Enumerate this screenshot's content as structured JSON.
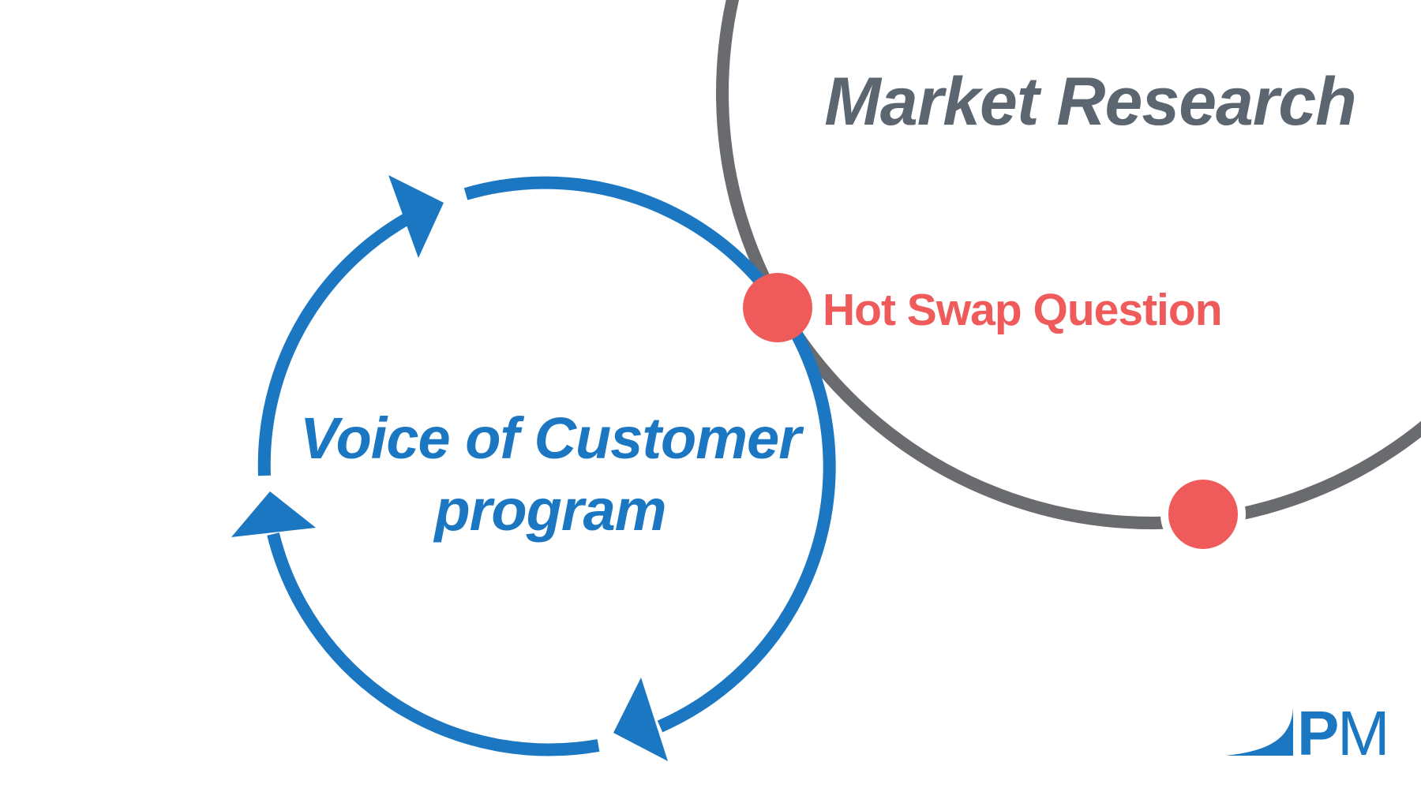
{
  "colors": {
    "background": "#FFFFFF",
    "voc_blue": "#1C77C2",
    "market_gray": "#6A6B6E",
    "market_text": "#5C6670",
    "accent_red": "#EF5B5B",
    "logo_blue": "#1C77C2"
  },
  "voc_circle": {
    "line1": "Voice of Customer",
    "line2": "program"
  },
  "market_circle": {
    "title": "Market Research"
  },
  "intersection": {
    "label": "Hot Swap Question"
  },
  "logo": {
    "letter_p": "P",
    "letter_m": "M"
  }
}
